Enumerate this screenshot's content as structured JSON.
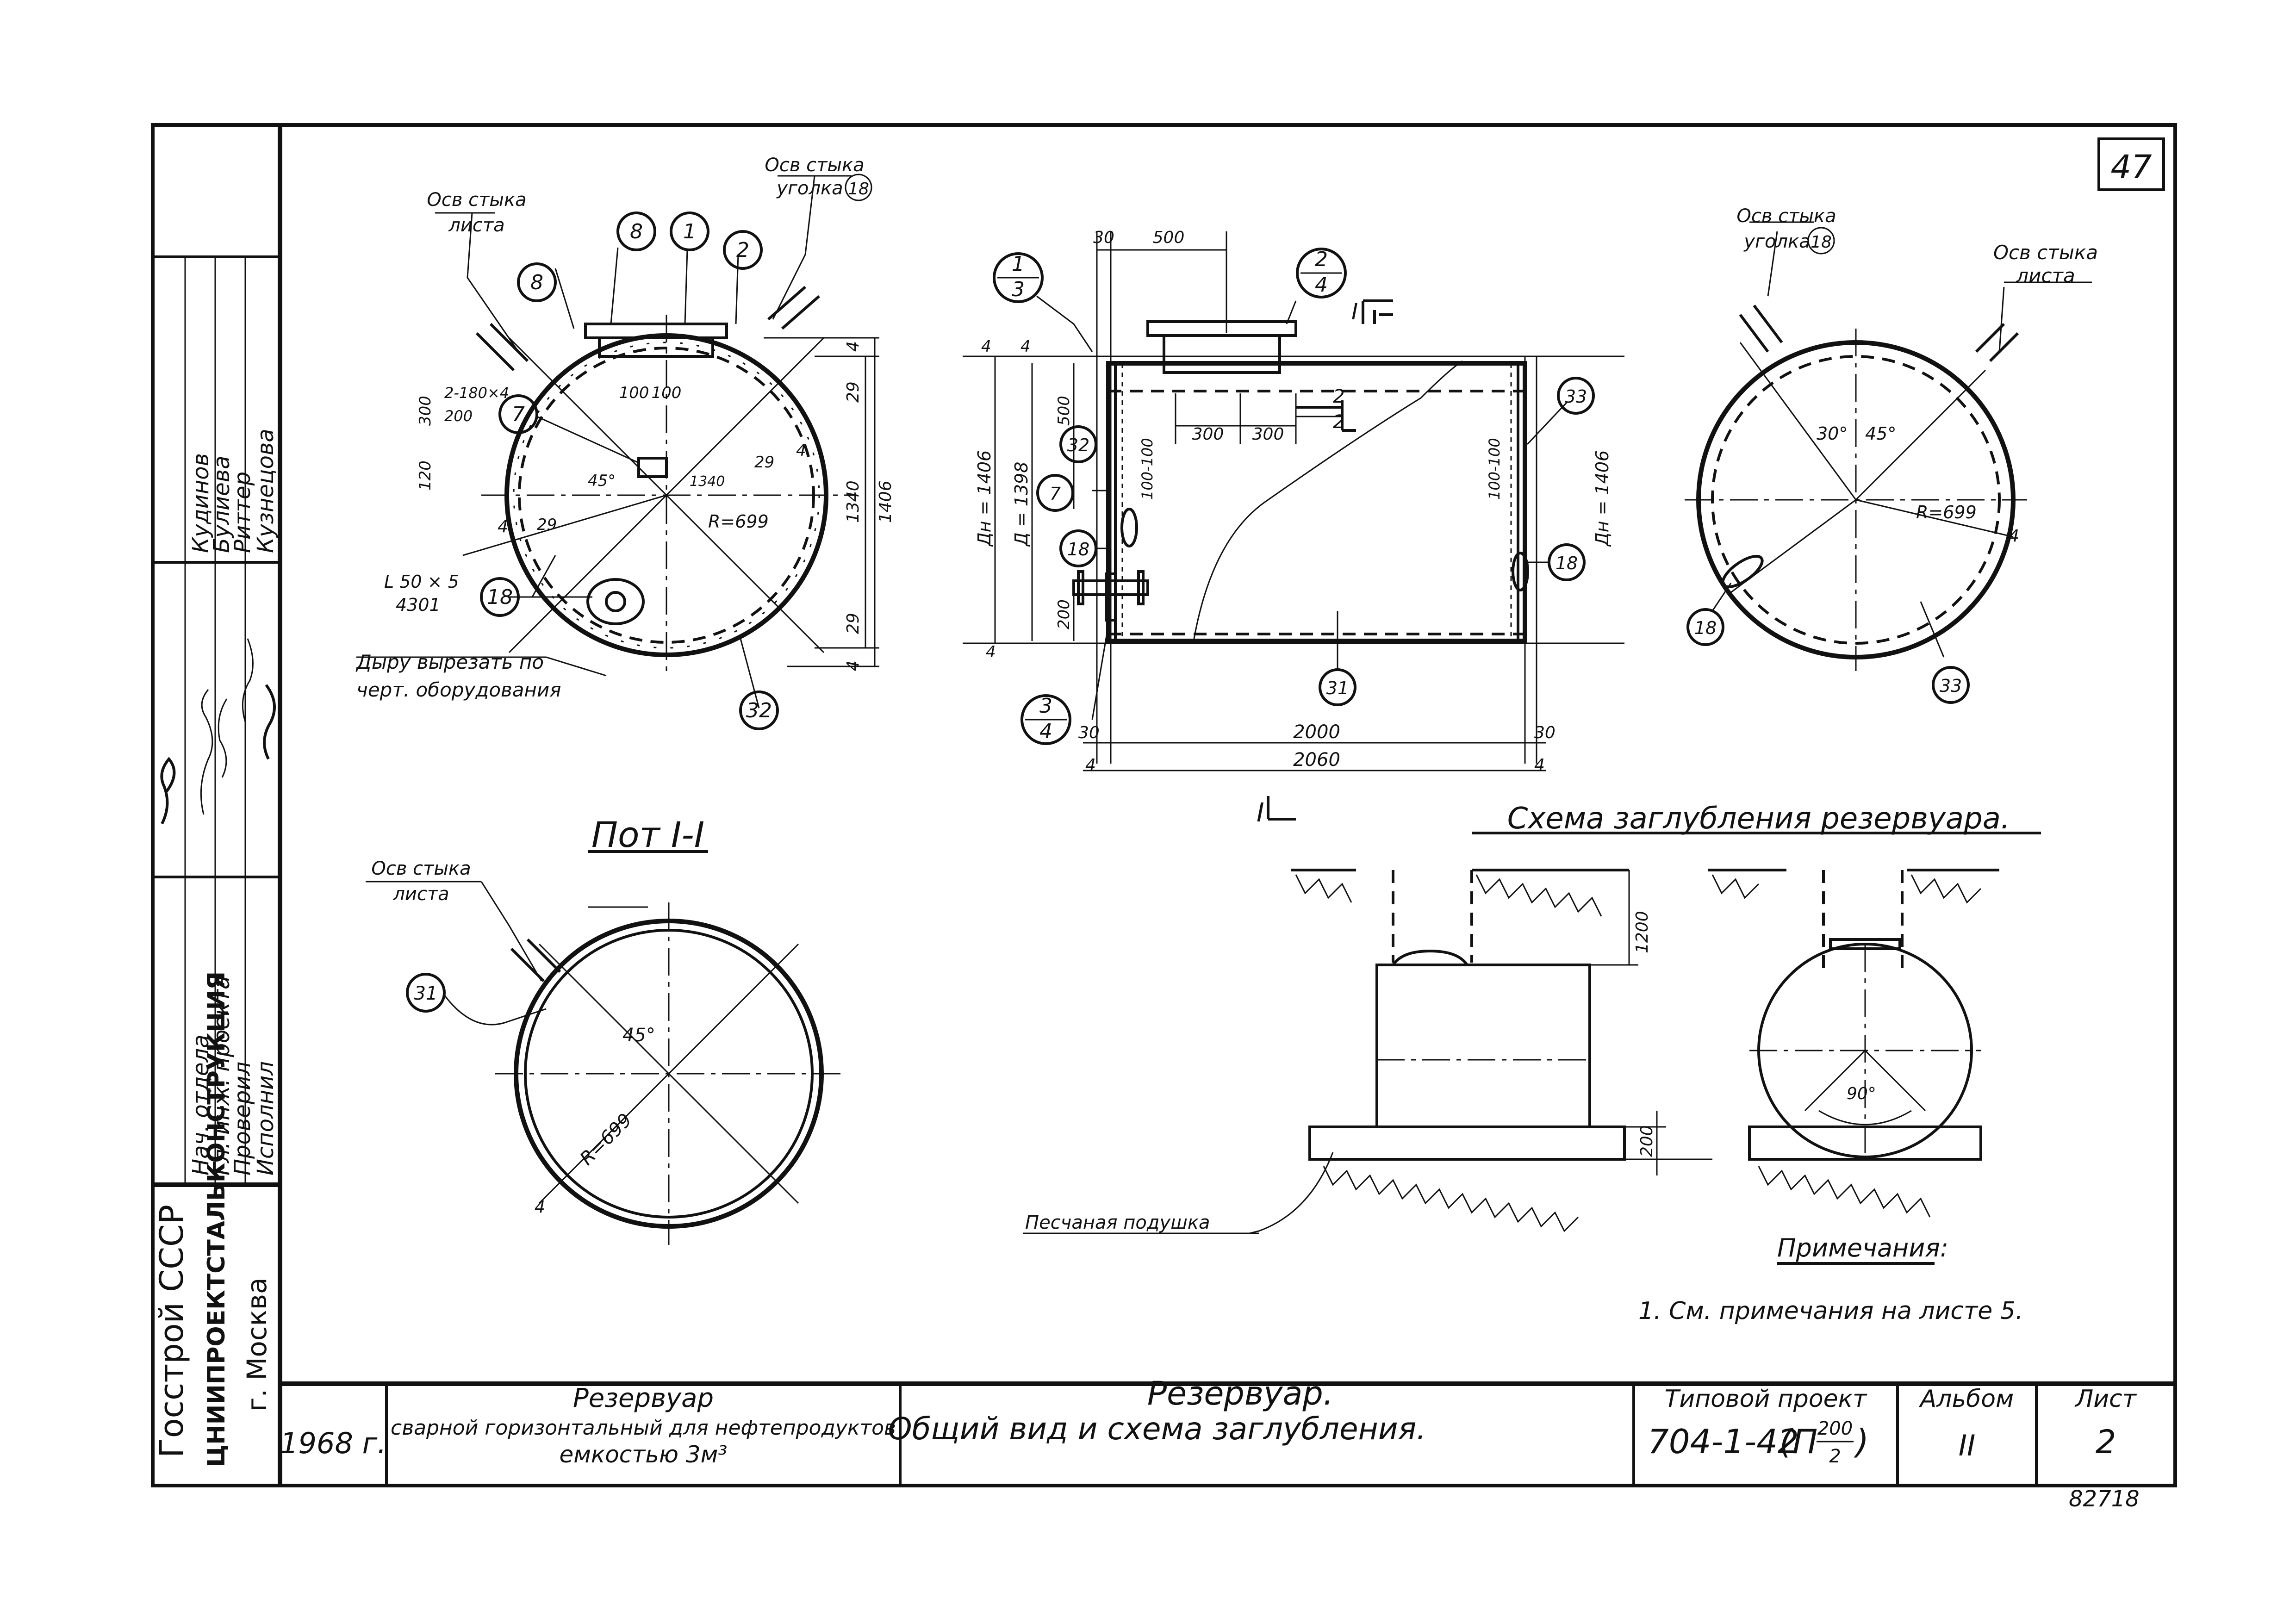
{
  "sheet": {
    "sheet_number_corner": "47",
    "archive_number": "82718"
  },
  "left_strip": {
    "org": [
      "Госстрой СССР",
      "ЦНИИПРОЕКТСТАЛЬКОНСТРУКЦИЯ",
      "г. Москва"
    ],
    "roles": [
      "Нач. отдела",
      "Гл. инж. проекта",
      "Проверил",
      "Исполнил"
    ],
    "names": [
      "Кудинов",
      "Булиева",
      "Риттер",
      "Кузнецова"
    ]
  },
  "title_block": {
    "year": "1968 г.",
    "object_title": [
      "Резервуар",
      "сварной горизонтальный для нефтепродуктов",
      "емкостью 3м³"
    ],
    "sheet_title": [
      "Резервуар.",
      "Общий вид и схема заглубления."
    ],
    "project_label": "Типовой проект",
    "project_number": "704-1-42",
    "project_suffix": "(П",
    "project_frac_num": "200",
    "project_frac_den": "2",
    "project_close": ")",
    "album_label": "Альбом",
    "album_value": "II",
    "sheet_label": "Лист",
    "sheet_value": "2"
  },
  "view_end": {
    "lbl_seam_sheet": [
      "Осв стыка",
      "листа"
    ],
    "callouts": [
      "8",
      "8",
      "1",
      "2",
      "7",
      "18",
      "32"
    ],
    "lbl_seam_angle": [
      "Осв стыка",
      "уголка"
    ],
    "lbl_angle_18": "18",
    "dims": [
      "4",
      "29",
      "1340",
      "1406",
      "29",
      "4",
      "100",
      "100",
      "2-180×4",
      "200",
      "300",
      "120",
      "45°",
      "R=699",
      "4",
      "29",
      "29",
      "4",
      "1340"
    ],
    "lbl_angle_profile": [
      "L 50 × 5",
      "4301"
    ],
    "hole_note": [
      "Дыру вырезать по",
      "черт. оборудования"
    ]
  },
  "view_side": {
    "callouts_frac": [
      {
        "num": "1",
        "den": "3"
      },
      {
        "num": "2",
        "den": "4"
      },
      {
        "num": "3",
        "den": "4"
      }
    ],
    "callouts": [
      "32",
      "7",
      "18",
      "33",
      "18",
      "31"
    ],
    "section_mark": "I",
    "dims_top": [
      "30",
      "500"
    ],
    "dims_inner": [
      "300",
      "300",
      "2",
      "2"
    ],
    "dims_left": [
      "4",
      "4",
      "Дн = 1406",
      "Д = 1398",
      "500",
      "200",
      "4"
    ],
    "dims_mid": [
      "100-100",
      "100-100",
      "Дн = 1406"
    ],
    "dims_bottom": [
      "30",
      "2000",
      "30",
      "4",
      "2060",
      "4"
    ]
  },
  "view_right": {
    "lbl_seam_angle": [
      "Осв стыка",
      "уголка"
    ],
    "lbl_angle_18": "18",
    "lbl_seam_sheet": [
      "Осв стыка",
      "листа"
    ],
    "angles": [
      "30°",
      "45°"
    ],
    "radius": "R=699",
    "dim4": "4",
    "callouts": [
      "18",
      "33"
    ]
  },
  "section_view": {
    "title": "Пот I-I",
    "lbl_seam_sheet": [
      "Осв стыка",
      "листа"
    ],
    "callout": "31",
    "angle": "45°",
    "radius": "R=699",
    "dim4": "4"
  },
  "burial_scheme": {
    "title": "Схема заглубления резервуара.",
    "dim_depth": "1200",
    "dim_pad": "200",
    "angle": "90°",
    "sand_label": "Песчаная подушка"
  },
  "notes": {
    "heading": "Примечания:",
    "items": [
      "1. См. примечания на листе 5."
    ]
  }
}
